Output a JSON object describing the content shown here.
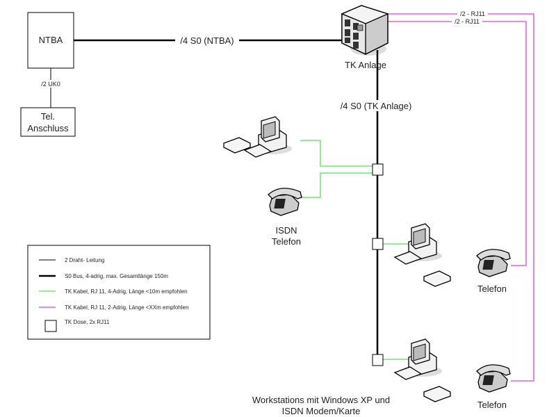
{
  "nodes": {
    "ntba": "NTBA",
    "tel_anschluss": [
      "Tel.",
      "Anschluss"
    ],
    "tk_anlage": "TK Anlage",
    "isdn_telefon": [
      "ISDN",
      "Telefon"
    ],
    "telefon_1": "Telefon",
    "telefon_2": "Telefon",
    "workstations": [
      "Workstations mit Windows XP und",
      "ISDN Modem/Karte"
    ]
  },
  "connections": {
    "ntba_tk": "/4 S0 (NTBA)",
    "uk0": "/2 UK0",
    "s0_tk": "/4 S0 (TK Anlage)",
    "rj11_1": "/2 - RJ11",
    "rj11_2": "/2 - RJ11"
  },
  "legend": [
    {
      "label": "2 Draht- Leitung",
      "style": "thin-line",
      "color": "#000000"
    },
    {
      "label": "S0 Bus, 4-adrig, max. Gesamtlänge 150m",
      "style": "thick-line",
      "color": "#000000"
    },
    {
      "label": "TK Kabel, RJ 11,  4-Adrig, Länge <10m empfohlen",
      "style": "line",
      "color": "#33e033"
    },
    {
      "label": "TK Kabel, RJ 11,  2-Adrig, Länge <XXm empfohlen",
      "style": "line",
      "color": "#e040e0"
    },
    {
      "label": "TK Dose, 2x RJ11",
      "style": "box",
      "color": "#000000"
    }
  ],
  "colors": {
    "green": "#55e055",
    "pink": "#e040e0",
    "bus": "#000000"
  }
}
